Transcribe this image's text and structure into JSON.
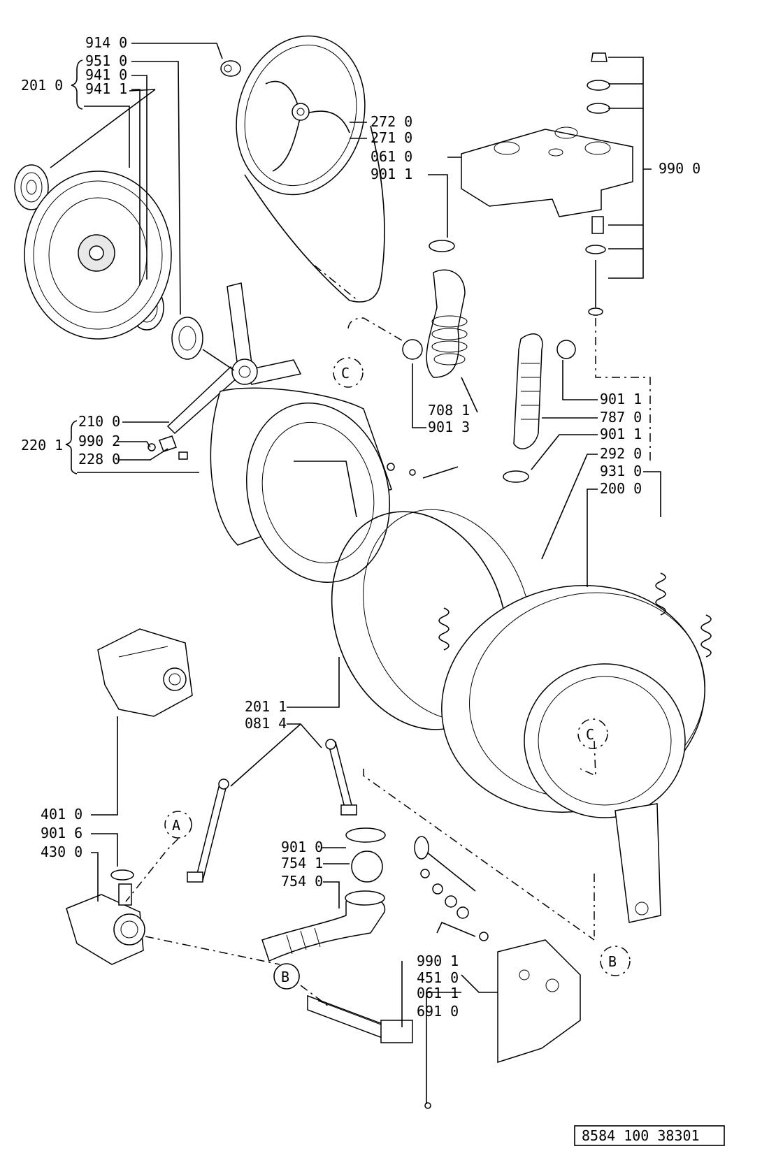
{
  "labels": {
    "l914_0": "914 0",
    "l951_0": "951 0",
    "l941_0": "941 0",
    "l941_1": "941 1",
    "l201_0": "201 0",
    "l272_0": "272 0",
    "l271_0": "271 0",
    "l061_0": "061 0",
    "l901_1a": "901 1",
    "l990_0": "990 0",
    "l708_1": "708 1",
    "l901_3": "901 3",
    "l901_1b": "901 1",
    "l787_0": "787 0",
    "l901_1c": "901 1",
    "l292_0": "292 0",
    "l931_0": "931 0",
    "l200_0": "200 0",
    "l210_0": "210 0",
    "l990_2": "990 2",
    "l228_0": "228 0",
    "l220_1": "220 1",
    "l201_1": "201 1",
    "l081_4": "081 4",
    "l401_0": "401 0",
    "l901_6": "901 6",
    "l430_0": "430 0",
    "l901_0": "901 0",
    "l754_1": "754 1",
    "l754_0": "754 0",
    "l990_1": "990 1",
    "l451_0": "451 0",
    "l061_1": "061 1",
    "l691_0": "691 0"
  },
  "callouts": {
    "a": "A",
    "b": "B",
    "c": "C"
  },
  "doc_number": "8584 100 38301"
}
